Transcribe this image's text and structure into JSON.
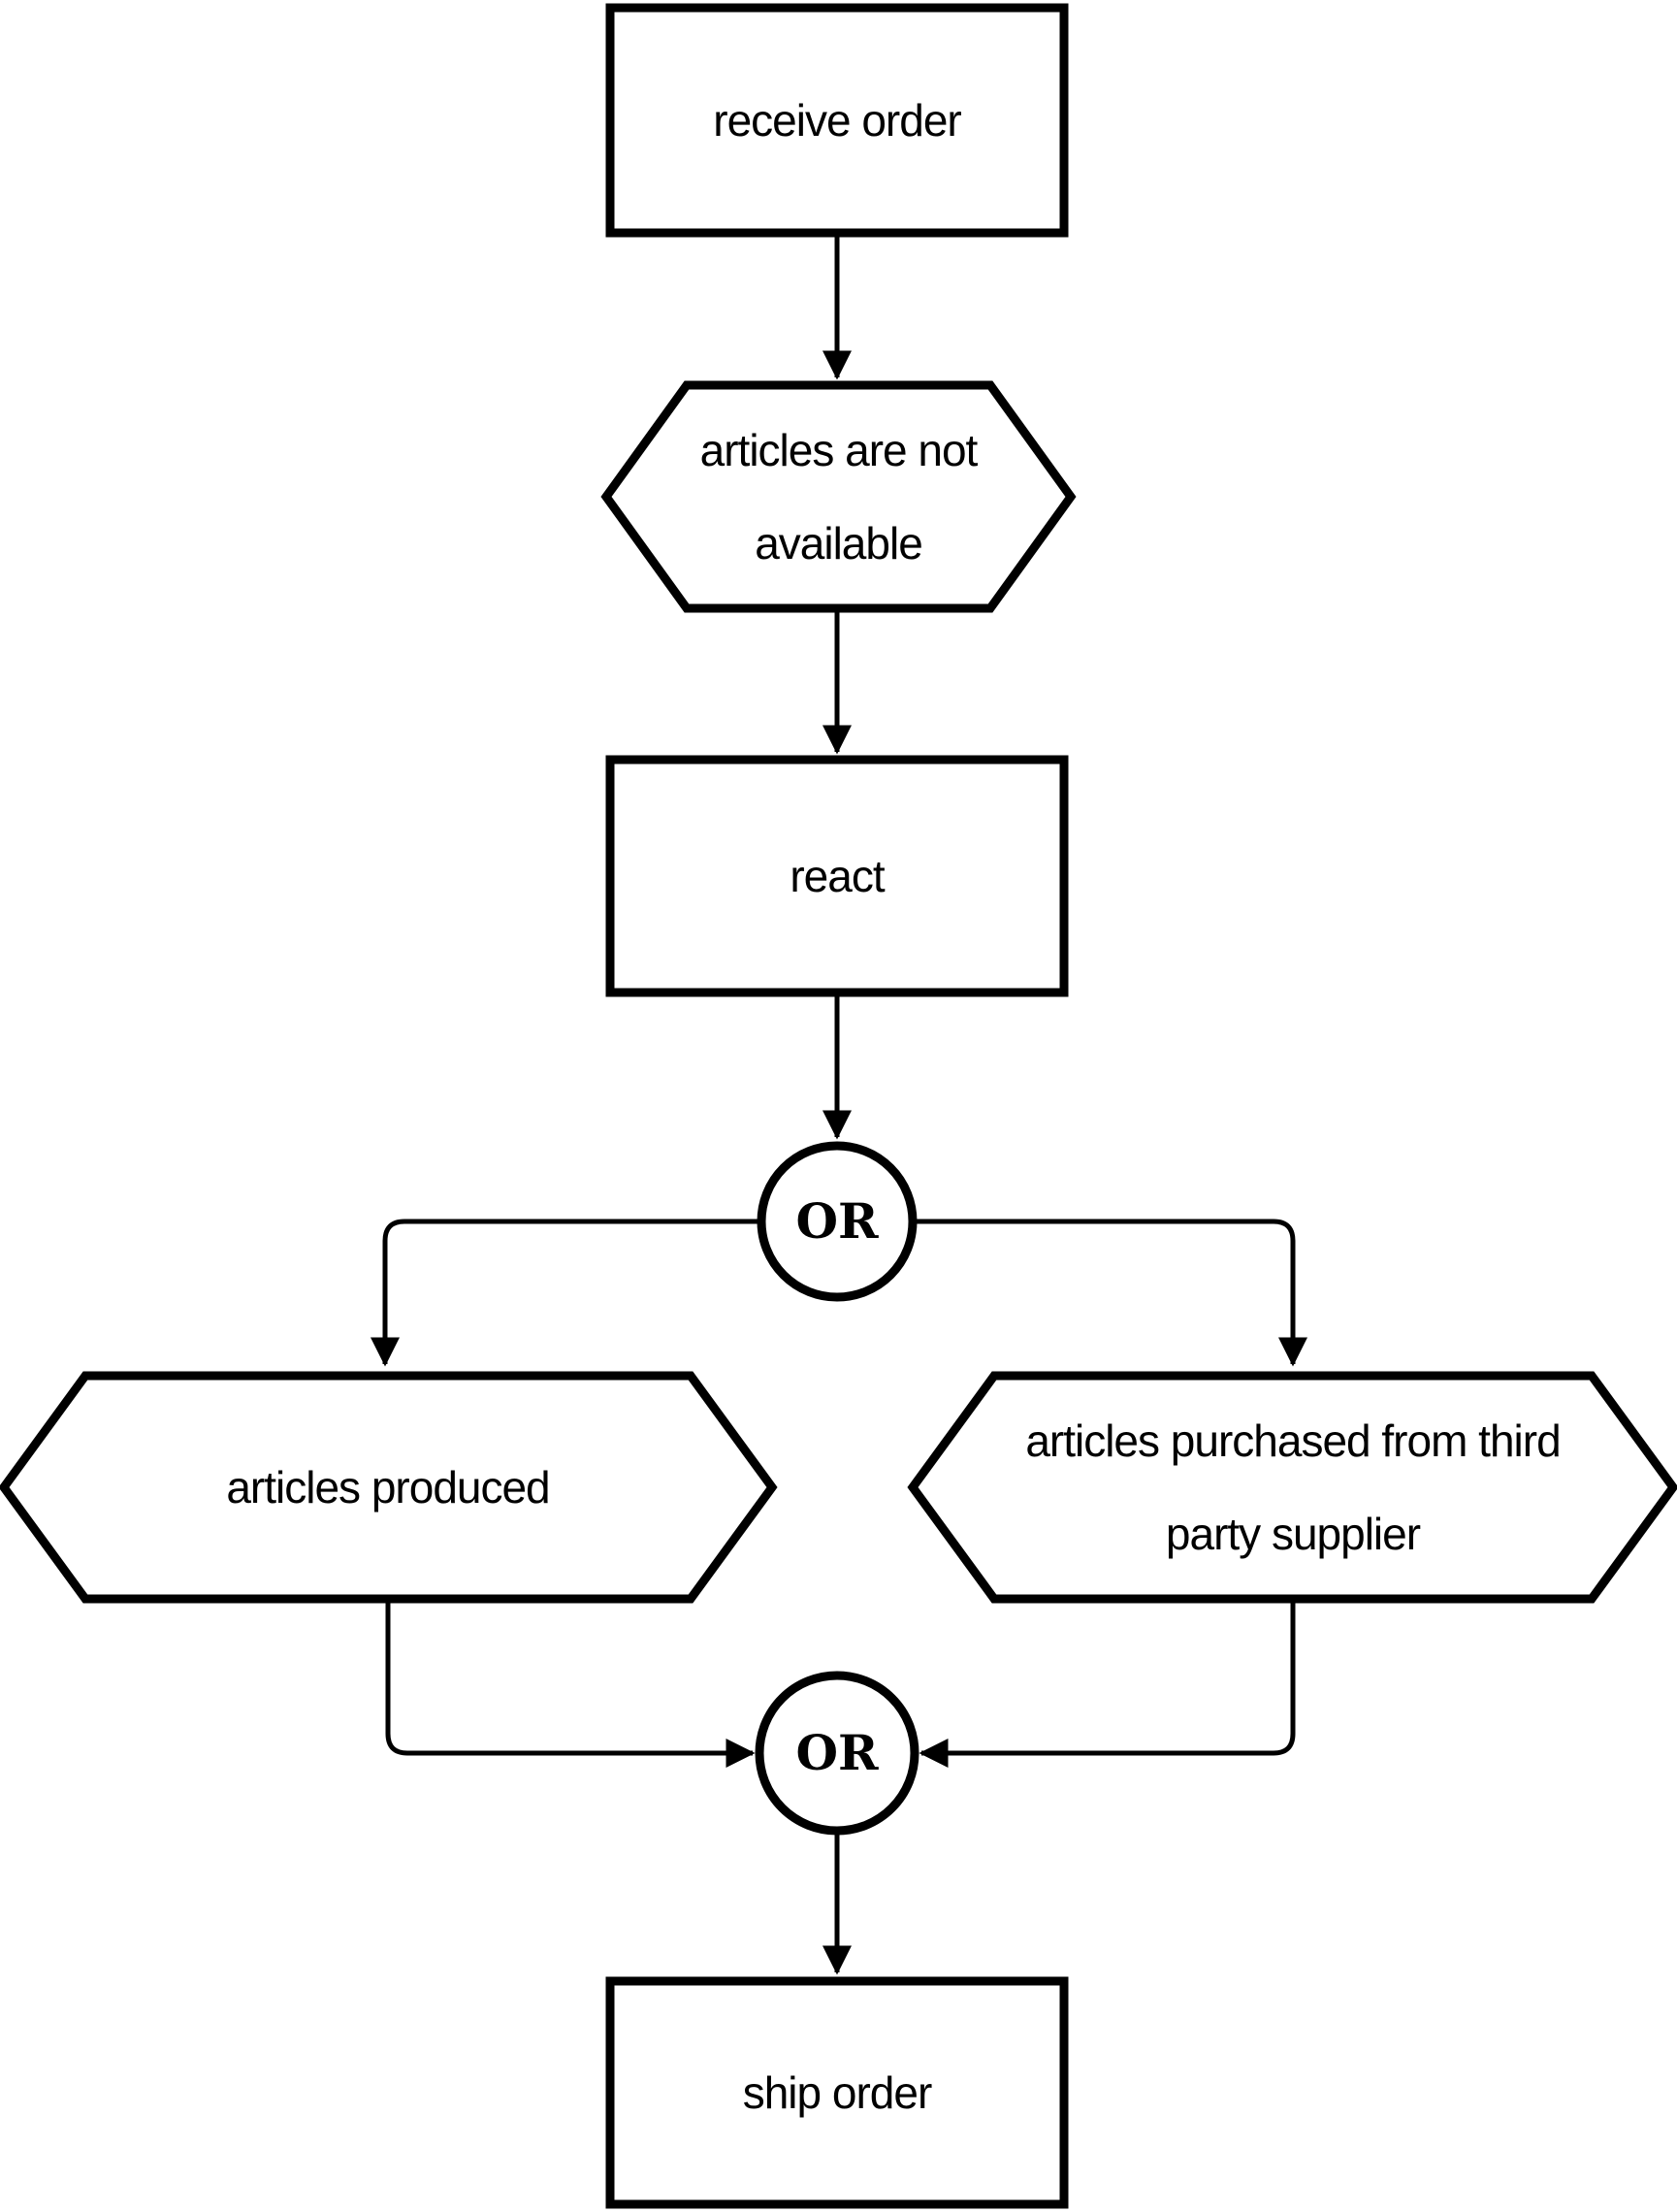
{
  "diagram": {
    "type": "epc-flowchart",
    "colors": {
      "background": "#ffffff",
      "stroke": "#000000",
      "text": "#000000"
    },
    "nodes": {
      "receive_order": {
        "kind": "function-box",
        "label": "receive order"
      },
      "articles_not_available": {
        "kind": "event-hexagon",
        "line1": "articles are not",
        "line2": "available"
      },
      "react": {
        "kind": "function-box",
        "label": "react"
      },
      "or_split": {
        "kind": "or-connector",
        "label": "OR"
      },
      "articles_produced": {
        "kind": "event-hexagon",
        "label": "articles produced"
      },
      "articles_purchased": {
        "kind": "event-hexagon",
        "line1": "articles purchased from third",
        "line2": "party supplier"
      },
      "or_join": {
        "kind": "or-connector",
        "label": "OR"
      },
      "ship_order": {
        "kind": "function-box",
        "label": "ship order"
      }
    },
    "edges": [
      {
        "from": "receive_order",
        "to": "articles_not_available"
      },
      {
        "from": "articles_not_available",
        "to": "react"
      },
      {
        "from": "react",
        "to": "or_split"
      },
      {
        "from": "or_split",
        "to": "articles_produced"
      },
      {
        "from": "or_split",
        "to": "articles_purchased"
      },
      {
        "from": "articles_produced",
        "to": "or_join"
      },
      {
        "from": "articles_purchased",
        "to": "or_join"
      },
      {
        "from": "or_join",
        "to": "ship_order"
      }
    ]
  }
}
